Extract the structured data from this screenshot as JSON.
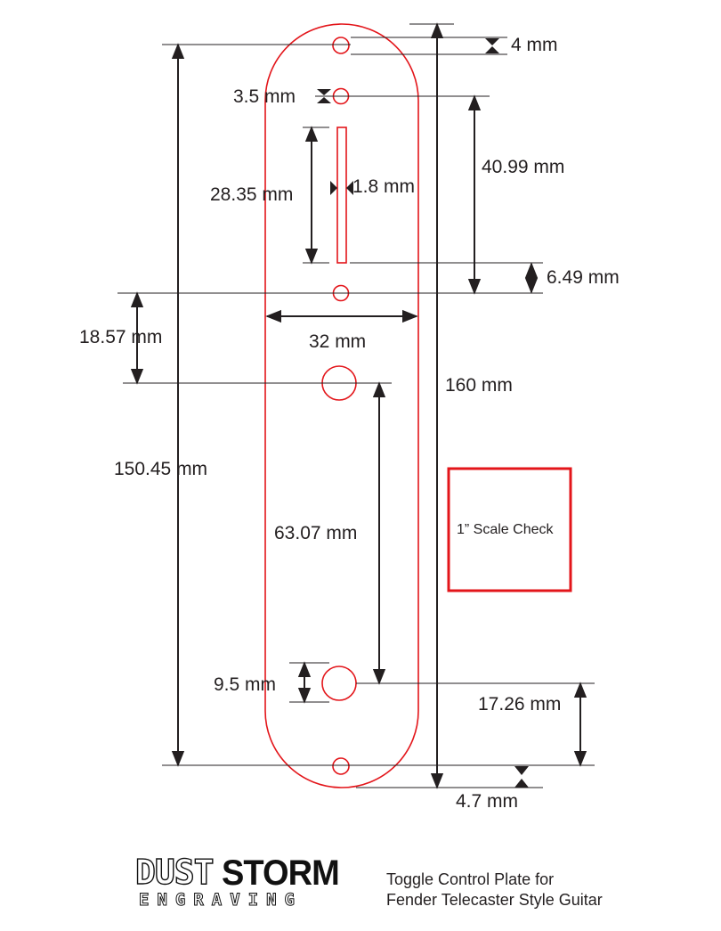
{
  "brand": {
    "line1_outline": "DUST",
    "line1_solid": "STORM",
    "line2": "ENGRAVING"
  },
  "caption": {
    "line1": "Toggle Control Plate for",
    "line2": "Fender Telecaster Style Guitar"
  },
  "scale_check": {
    "label": "1” Scale Check"
  },
  "dimensions": {
    "top_hole_offset": "4 mm",
    "small_hole_diameter": "3.5 mm",
    "slot_length": "28.35 mm",
    "slot_width": "1.8 mm",
    "slot_span": "40.99 mm",
    "slot_to_hole": "6.49 mm",
    "hole_to_pot": "18.57 mm",
    "plate_width": "32 mm",
    "plate_length": "160 mm",
    "mount_hole_span": "150.45 mm",
    "pot_spacing": "63.07 mm",
    "pot_diameter": "9.5 mm",
    "pot_to_bottom_hole": "17.26 mm",
    "bottom_hole_offset": "4.7 mm"
  },
  "colors": {
    "outline": "#e3151a",
    "dimension": "#231f20"
  }
}
